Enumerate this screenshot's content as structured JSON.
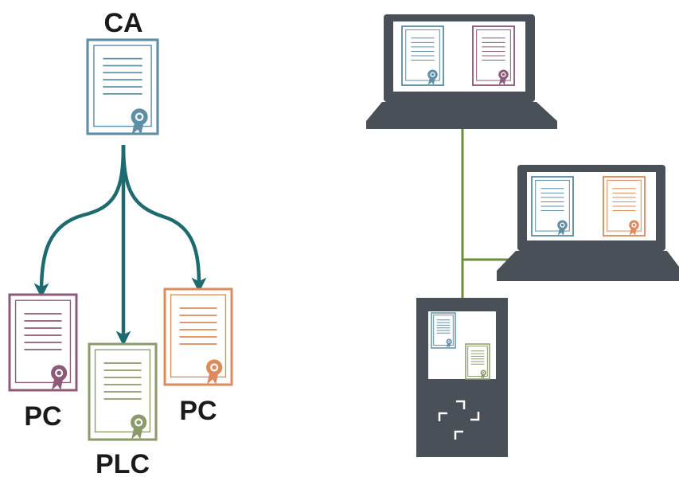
{
  "hierarchy": {
    "root": {
      "label": "CA",
      "color": "#5f8fa6"
    },
    "children": [
      {
        "label": "PC",
        "color": "#8c5b78"
      },
      {
        "label": "PLC",
        "color": "#8b9a6b"
      },
      {
        "label": "PC",
        "color": "#de8a5a"
      }
    ],
    "arrow_color": "#1e6b6f"
  },
  "network": {
    "device_color": "#4a5057",
    "link_color": "#6b8e3a",
    "devices": [
      {
        "type": "laptop",
        "certificate_colors": [
          "#5f8fa6",
          "#8c5b78"
        ]
      },
      {
        "type": "laptop",
        "certificate_colors": [
          "#5f8fa6",
          "#de8a5a"
        ]
      },
      {
        "type": "plc",
        "certificate_colors": [
          "#5f8fa6",
          "#8b9a6b"
        ]
      }
    ]
  }
}
